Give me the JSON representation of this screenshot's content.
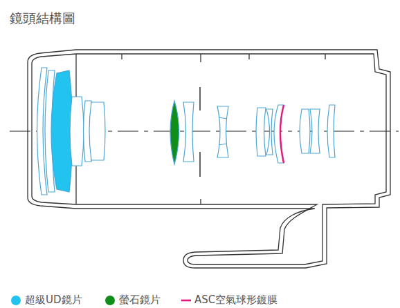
{
  "diagram": {
    "title": "鏡頭結構圖",
    "legend": [
      {
        "text": "超級UD鏡片",
        "color": "#22c3ef"
      },
      {
        "text": "螢石鏡片",
        "color": "#118e1a"
      },
      {
        "text": "ASC空氣球形鍍膜"
      }
    ]
  }
}
